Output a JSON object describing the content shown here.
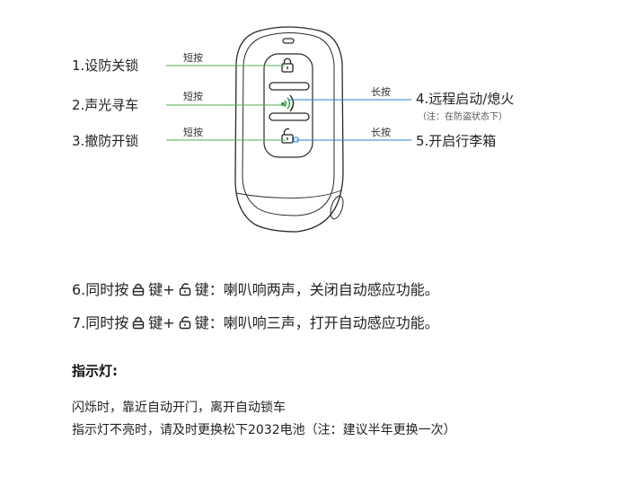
{
  "diagram": {
    "functions": [
      {
        "label": "1.设防关锁",
        "press": "短按"
      },
      {
        "label": "2.声光寻车",
        "press": "短按"
      },
      {
        "label": "3.撤防开锁",
        "press": "短按"
      },
      {
        "label": "4.远程启动/熄火",
        "press": "长按",
        "note": "（注：在防盗状态下）"
      },
      {
        "label": "5.开启行李箱",
        "press": "长按"
      }
    ]
  },
  "instructions": [
    {
      "prefix": "6.同时按",
      "mid": "键+",
      "suffix": "键：喇叭响两声，关闭自动感应功能。"
    },
    {
      "prefix": "7.同时按",
      "mid": "键+",
      "suffix": "键：喇叭响三声，打开自动感应功能。"
    }
  ],
  "indicator": {
    "title": "指示灯:",
    "lines": [
      "闪烁时，靠近自动开门，离开自动锁车",
      "指示灯不亮时，请及时更换松下2032电池（注：建议半年更换一次）"
    ]
  },
  "colors": {
    "short_press_line": "#4caf50",
    "long_press_line": "#2a7fd4",
    "key_outline": "#2a2a2a",
    "signal_green": "#2e9c3a"
  },
  "icons": [
    "lock-icon",
    "signal-icon",
    "unlock-icon",
    "trunk-icon",
    "lock-icon-inline",
    "unlock-icon-inline"
  ]
}
